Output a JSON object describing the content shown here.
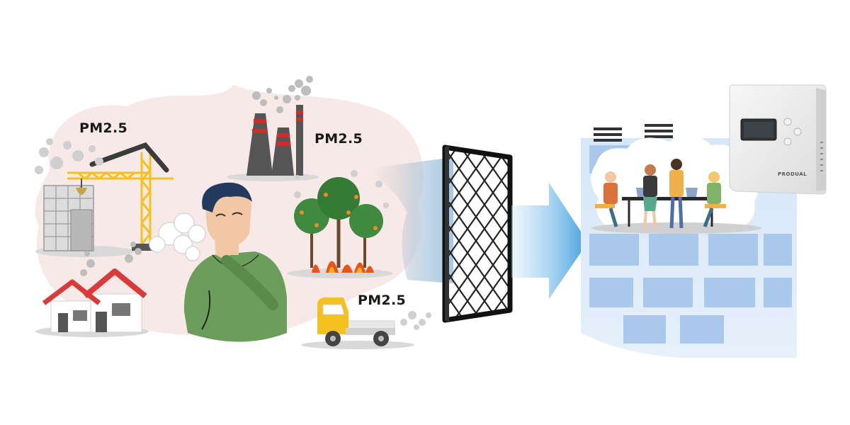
{
  "labels": {
    "construction": "PM2.5",
    "factory": "PM2.5",
    "truck": "PM2.5"
  },
  "device": {
    "brand": "PRODUAL"
  },
  "colors": {
    "background_blob": "#f7e9e8",
    "building": "#c4dcf5",
    "airflow": "#4aa6e0",
    "crane": "#f5c11e",
    "roof": "#d93a3a",
    "shirt": "#6a9e5a"
  }
}
